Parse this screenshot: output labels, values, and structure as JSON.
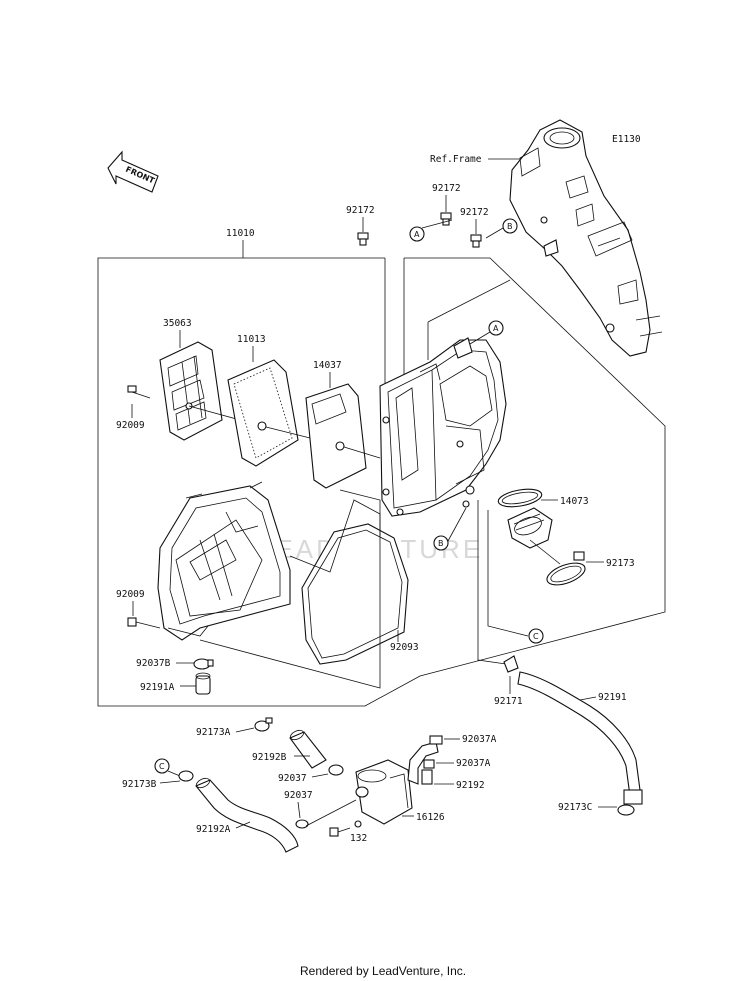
{
  "diagram_code": "E1130",
  "ref_frame": "Ref.Frame",
  "front_label": "FRONT",
  "watermark": "LEADVENTURE",
  "footer": "Rendered by LeadVenture, Inc.",
  "parts": {
    "p11010": "11010",
    "p35063": "35063",
    "p11013": "11013",
    "p14037": "14037",
    "p92009a": "92009",
    "p92009b": "92009",
    "p92172a": "92172",
    "p92172b": "92172",
    "p92172c": "92172",
    "p14073": "14073",
    "p92173": "92173",
    "p92093": "92093",
    "p92037B": "92037B",
    "p92191A": "92191A",
    "p92171": "92171",
    "p92191": "92191",
    "p92173A": "92173A",
    "p92192B": "92192B",
    "p92037a": "92037",
    "p92037b": "92037",
    "p92173B": "92173B",
    "p92192A": "92192A",
    "p92037A1": "92037A",
    "p92037A2": "92037A",
    "p92192": "92192",
    "p16126": "16126",
    "p132": "132",
    "p92173C": "92173C"
  },
  "callouts": {
    "A": "A",
    "B": "B",
    "C": "C"
  }
}
